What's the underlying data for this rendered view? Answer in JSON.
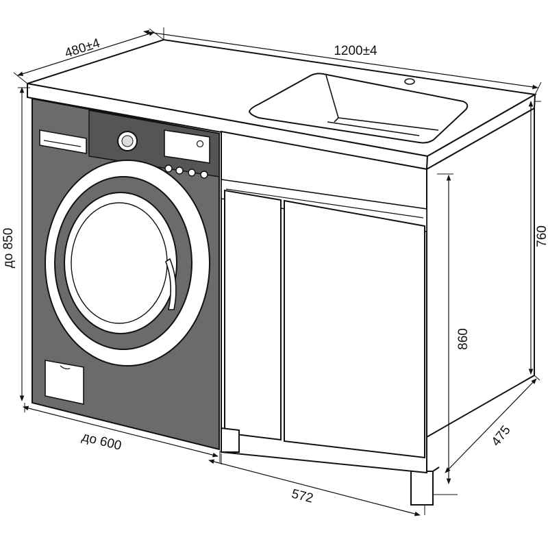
{
  "colors": {
    "line": "#111111",
    "machine": "#6b6b6b",
    "machine_dark": "#555555",
    "background": "#ffffff",
    "light_fill": "#ffffff"
  },
  "dimensions": {
    "depth_top": "480±4",
    "width_top": "1200±4",
    "washer_height": "до 850",
    "cabinet_height": "760",
    "cabinet_inner_height": "860",
    "washer_width": "до 600",
    "cabinet_width": "572",
    "cabinet_depth": "475"
  },
  "icons": {
    "washing_machine": "washing-machine-icon",
    "sink": "sink-bowl-icon"
  }
}
